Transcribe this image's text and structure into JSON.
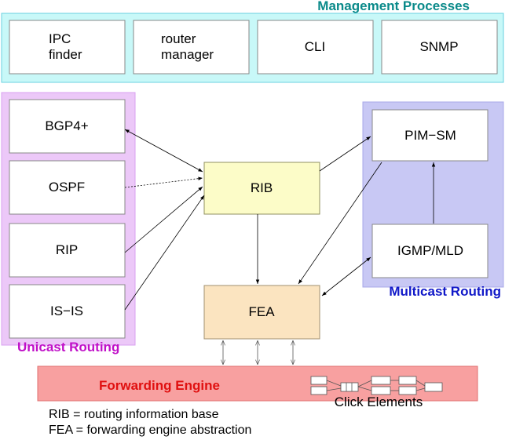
{
  "management": {
    "title": "Management Processes",
    "title_color": "#0a8a8a",
    "bg_color": "#c8f8f8",
    "border_color": "#6ad0e0",
    "boxes": [
      {
        "lines": [
          "IPC",
          "finder"
        ]
      },
      {
        "lines": [
          "router",
          "manager"
        ]
      },
      {
        "lines": [
          "CLI"
        ]
      },
      {
        "lines": [
          "SNMP"
        ]
      }
    ]
  },
  "unicast": {
    "title": "Unicast Routing",
    "title_color": "#c010c8",
    "bg_color": "#ecc8f8",
    "border_color": "#d8a0f0",
    "boxes": [
      {
        "lines": [
          "BGP4+"
        ]
      },
      {
        "lines": [
          "OSPF"
        ]
      },
      {
        "lines": [
          "RIP"
        ]
      },
      {
        "lines": [
          "IS−IS"
        ]
      }
    ]
  },
  "multicast": {
    "title": "Multicast Routing",
    "title_color": "#1018c8",
    "bg_color": "#c8c8f4",
    "border_color": "#a8a8e8",
    "boxes": [
      {
        "lines": [
          "PIM−SM"
        ]
      },
      {
        "lines": [
          "IGMP/MLD"
        ]
      }
    ]
  },
  "rib": {
    "label": "RIB",
    "fill": "#fcfcc8",
    "stroke": "#909060"
  },
  "fea": {
    "label": "FEA",
    "fill": "#fbe4c0",
    "stroke": "#a09070"
  },
  "forwarding": {
    "title": "Forwarding Engine",
    "title_color": "#e01010",
    "bg_color": "#f8a0a0",
    "border_color": "#e07070",
    "click_label": "Click Elements"
  },
  "legend": [
    "RIB = routing information base",
    "FEA = forwarding engine abstraction"
  ]
}
